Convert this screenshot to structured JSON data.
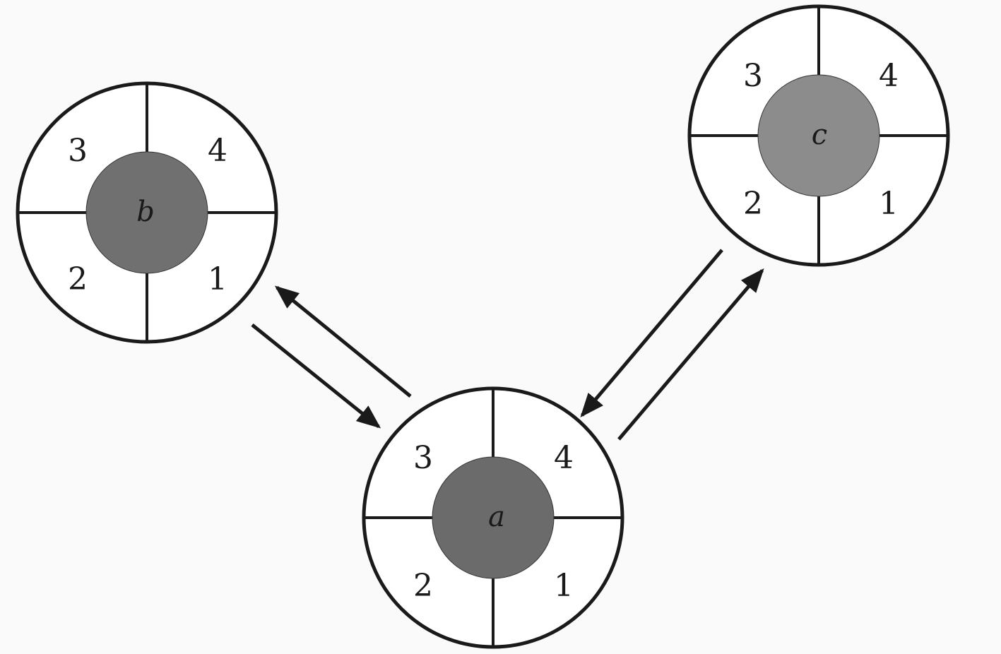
{
  "nodes": {
    "b": {
      "label": "b",
      "hub_color": "#707070",
      "ports": {
        "q1": "1",
        "q2": "2",
        "q3": "3",
        "q4": "4"
      }
    },
    "a": {
      "label": "a",
      "hub_color": "#6b6b6b",
      "ports": {
        "q1": "1",
        "q2": "2",
        "q3": "3",
        "q4": "4"
      }
    },
    "c": {
      "label": "c",
      "hub_color": "#8c8c8c",
      "ports": {
        "q1": "1",
        "q2": "2",
        "q3": "3",
        "q4": "4"
      }
    }
  },
  "edges": [
    {
      "from": "b",
      "to": "a"
    },
    {
      "from": "a",
      "to": "b"
    },
    {
      "from": "c",
      "to": "a"
    },
    {
      "from": "a",
      "to": "c"
    }
  ],
  "colors": {
    "background": "#fafafa",
    "ring_fill": "#ffffff",
    "stroke": "#1a1a1a"
  }
}
